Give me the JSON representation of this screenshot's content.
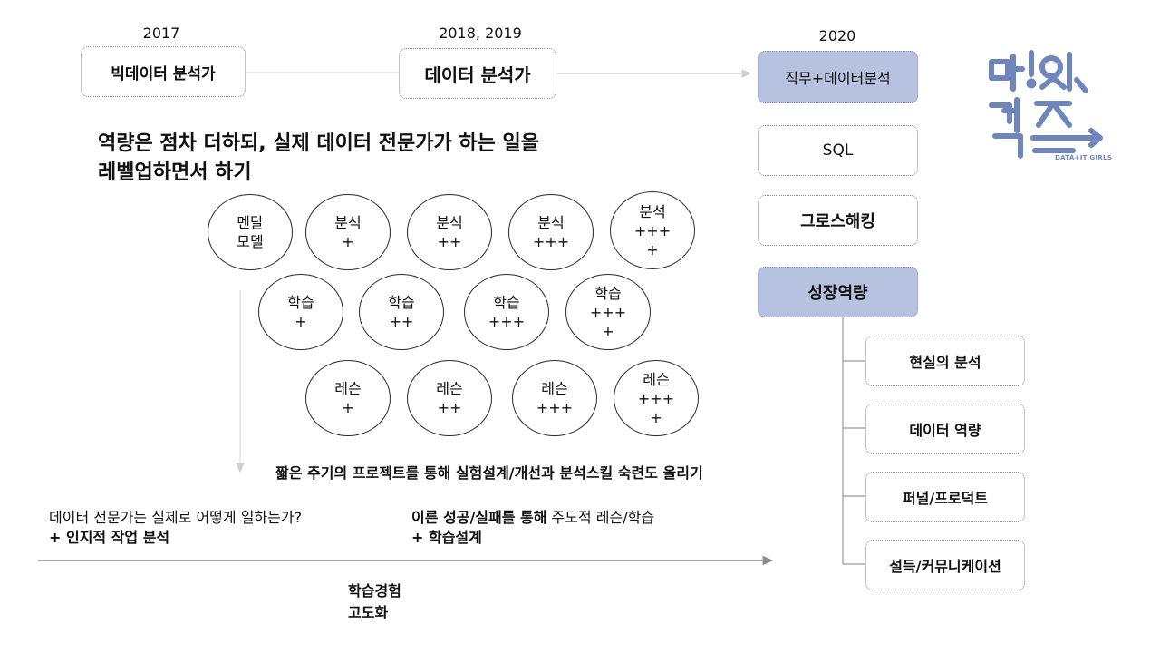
{
  "timeline": {
    "years": [
      "2017",
      "2018, 2019",
      "2020"
    ],
    "boxes": [
      "빅데이터 분석가",
      "데이터 분석가",
      "직무+데이터분석"
    ]
  },
  "heading": {
    "line1": "역량은 점차 더하되, 실제 데이터 전문가가 하는 일을",
    "line2": "레벨업하면서 하기"
  },
  "circles": {
    "row1": [
      {
        "l1": "멘탈",
        "l2": "모델",
        "l3": ""
      },
      {
        "l1": "분석",
        "l2": "+",
        "l3": ""
      },
      {
        "l1": "분석",
        "l2": "++",
        "l3": ""
      },
      {
        "l1": "분석",
        "l2": "+++",
        "l3": ""
      },
      {
        "l1": "분석",
        "l2": "+++",
        "l3": "+"
      }
    ],
    "row2": [
      {
        "l1": "학습",
        "l2": "+",
        "l3": ""
      },
      {
        "l1": "학습",
        "l2": "++",
        "l3": ""
      },
      {
        "l1": "학습",
        "l2": "+++",
        "l3": ""
      },
      {
        "l1": "학습",
        "l2": "+++",
        "l3": "+"
      }
    ],
    "row3": [
      {
        "l1": "레슨",
        "l2": "+",
        "l3": ""
      },
      {
        "l1": "레슨",
        "l2": "++",
        "l3": ""
      },
      {
        "l1": "레슨",
        "l2": "+++",
        "l3": ""
      },
      {
        "l1": "레슨",
        "l2": "+++",
        "l3": "+"
      }
    ]
  },
  "cycle_text": "짧은 주기의 프로젝트를 통해 실험설계/개선과 분석스킬 숙련도 올리기",
  "left_note": {
    "line1": "데이터 전문가는 실제로 어떻게 일하는가?",
    "line2": "+ 인지적 작업 분석"
  },
  "right_note": {
    "line1_bold": "이른 성공/실패를 통해",
    "line1_rest": " 주도적 레슨/학습",
    "line2": "+ 학습설계"
  },
  "axis_label": {
    "line1": "학습경험",
    "line2": "고도화"
  },
  "right_column": {
    "items": [
      "SQL",
      "그로스해킹",
      "성장역량"
    ],
    "sub_items": [
      "현실의 분석",
      "데이터 역량",
      "퍼널/프로덕트",
      "설득/커뮤니케이션"
    ]
  },
  "logo": {
    "caption": "DATA+IT GIRLS",
    "color": "#6f86bd"
  },
  "colors": {
    "filled_box": "#b7c1e0",
    "arrow": "#7a7a7a"
  }
}
